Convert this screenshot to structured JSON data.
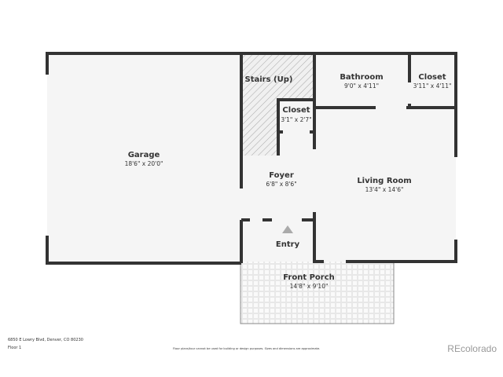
{
  "rooms": {
    "garage": {
      "name": "Garage",
      "dims": "18'6\" x 20'0\""
    },
    "stairs": {
      "name": "Stairs (Up)"
    },
    "closet_small": {
      "name": "Closet",
      "dims": "3'1\" x 2'7\""
    },
    "bathroom": {
      "name": "Bathroom",
      "dims": "9'0\" x 4'11\""
    },
    "closet_right": {
      "name": "Closet",
      "dims": "3'11\" x 4'11\""
    },
    "foyer": {
      "name": "Foyer",
      "dims": "6'8\" x 8'6\""
    },
    "living": {
      "name": "Living Room",
      "dims": "13'4\" x 14'6\""
    },
    "entry": {
      "name": "Entry"
    },
    "porch": {
      "name": "Front Porch",
      "dims": "14'8\" x 9'10\""
    }
  },
  "footer": {
    "address": "6850 E Lowry Blvd, Denver, CO 80230",
    "floor": "Floor 1",
    "disclaimer": "Floor plans/tour cannot be used for building or design purposes. Sizes and dimensions are approximate.",
    "logo": "REcolorado"
  },
  "colors": {
    "wall": "#333333",
    "floor": "#f5f5f5"
  }
}
